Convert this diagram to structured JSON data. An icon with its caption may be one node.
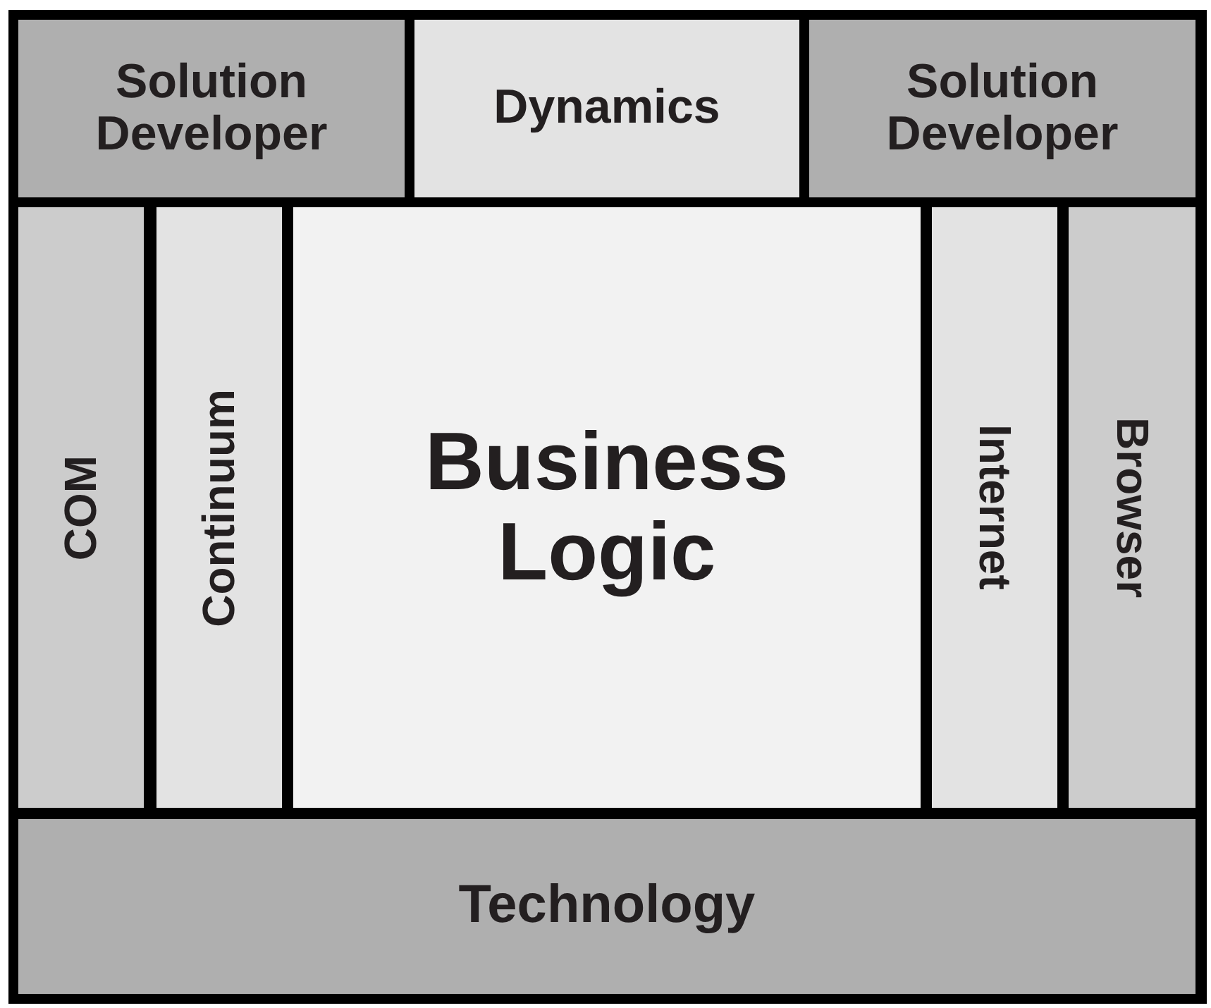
{
  "diagram": {
    "nodes": [
      {
        "text": [
          "Solution Developer"
        ]
      },
      {
        "text": [
          "Dynamics"
        ]
      },
      {
        "text": [
          "Solution Developer"
        ]
      },
      {
        "text": [
          "COM"
        ]
      },
      {
        "text": [
          "Continuum"
        ]
      },
      {
        "text": [
          "Business Logic"
        ]
      },
      {
        "text": [
          "Internet"
        ]
      },
      {
        "text": [
          "Browser"
        ]
      },
      {
        "text": [
          "Technology"
        ]
      }
    ]
  }
}
